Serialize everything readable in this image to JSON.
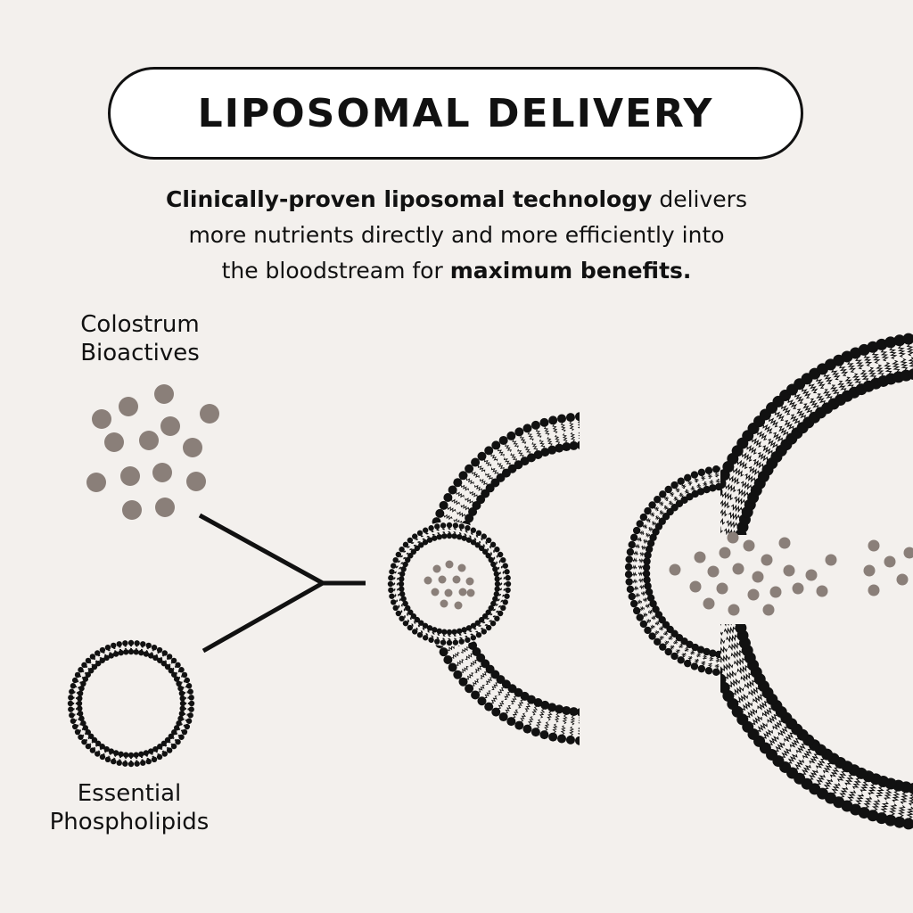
{
  "header": {
    "title": "LIPOSOMAL DELIVERY"
  },
  "description": {
    "bold_start": "Clinically-proven liposomal technology",
    "line1_rest": " delivers",
    "line2": "more nutrients directly and more efficiently into",
    "line3_start": "the bloodstream for ",
    "bold_end": "maximum benefits."
  },
  "labels": {
    "colostrum_line1": "Colostrum",
    "colostrum_line2": "Bioactives",
    "phospholipids_line1": "Essential",
    "phospholipids_line2": "Phospholipids"
  },
  "colors": {
    "background": "#f3f0ed",
    "ink": "#111111",
    "nutrient": "#8a7f79"
  }
}
